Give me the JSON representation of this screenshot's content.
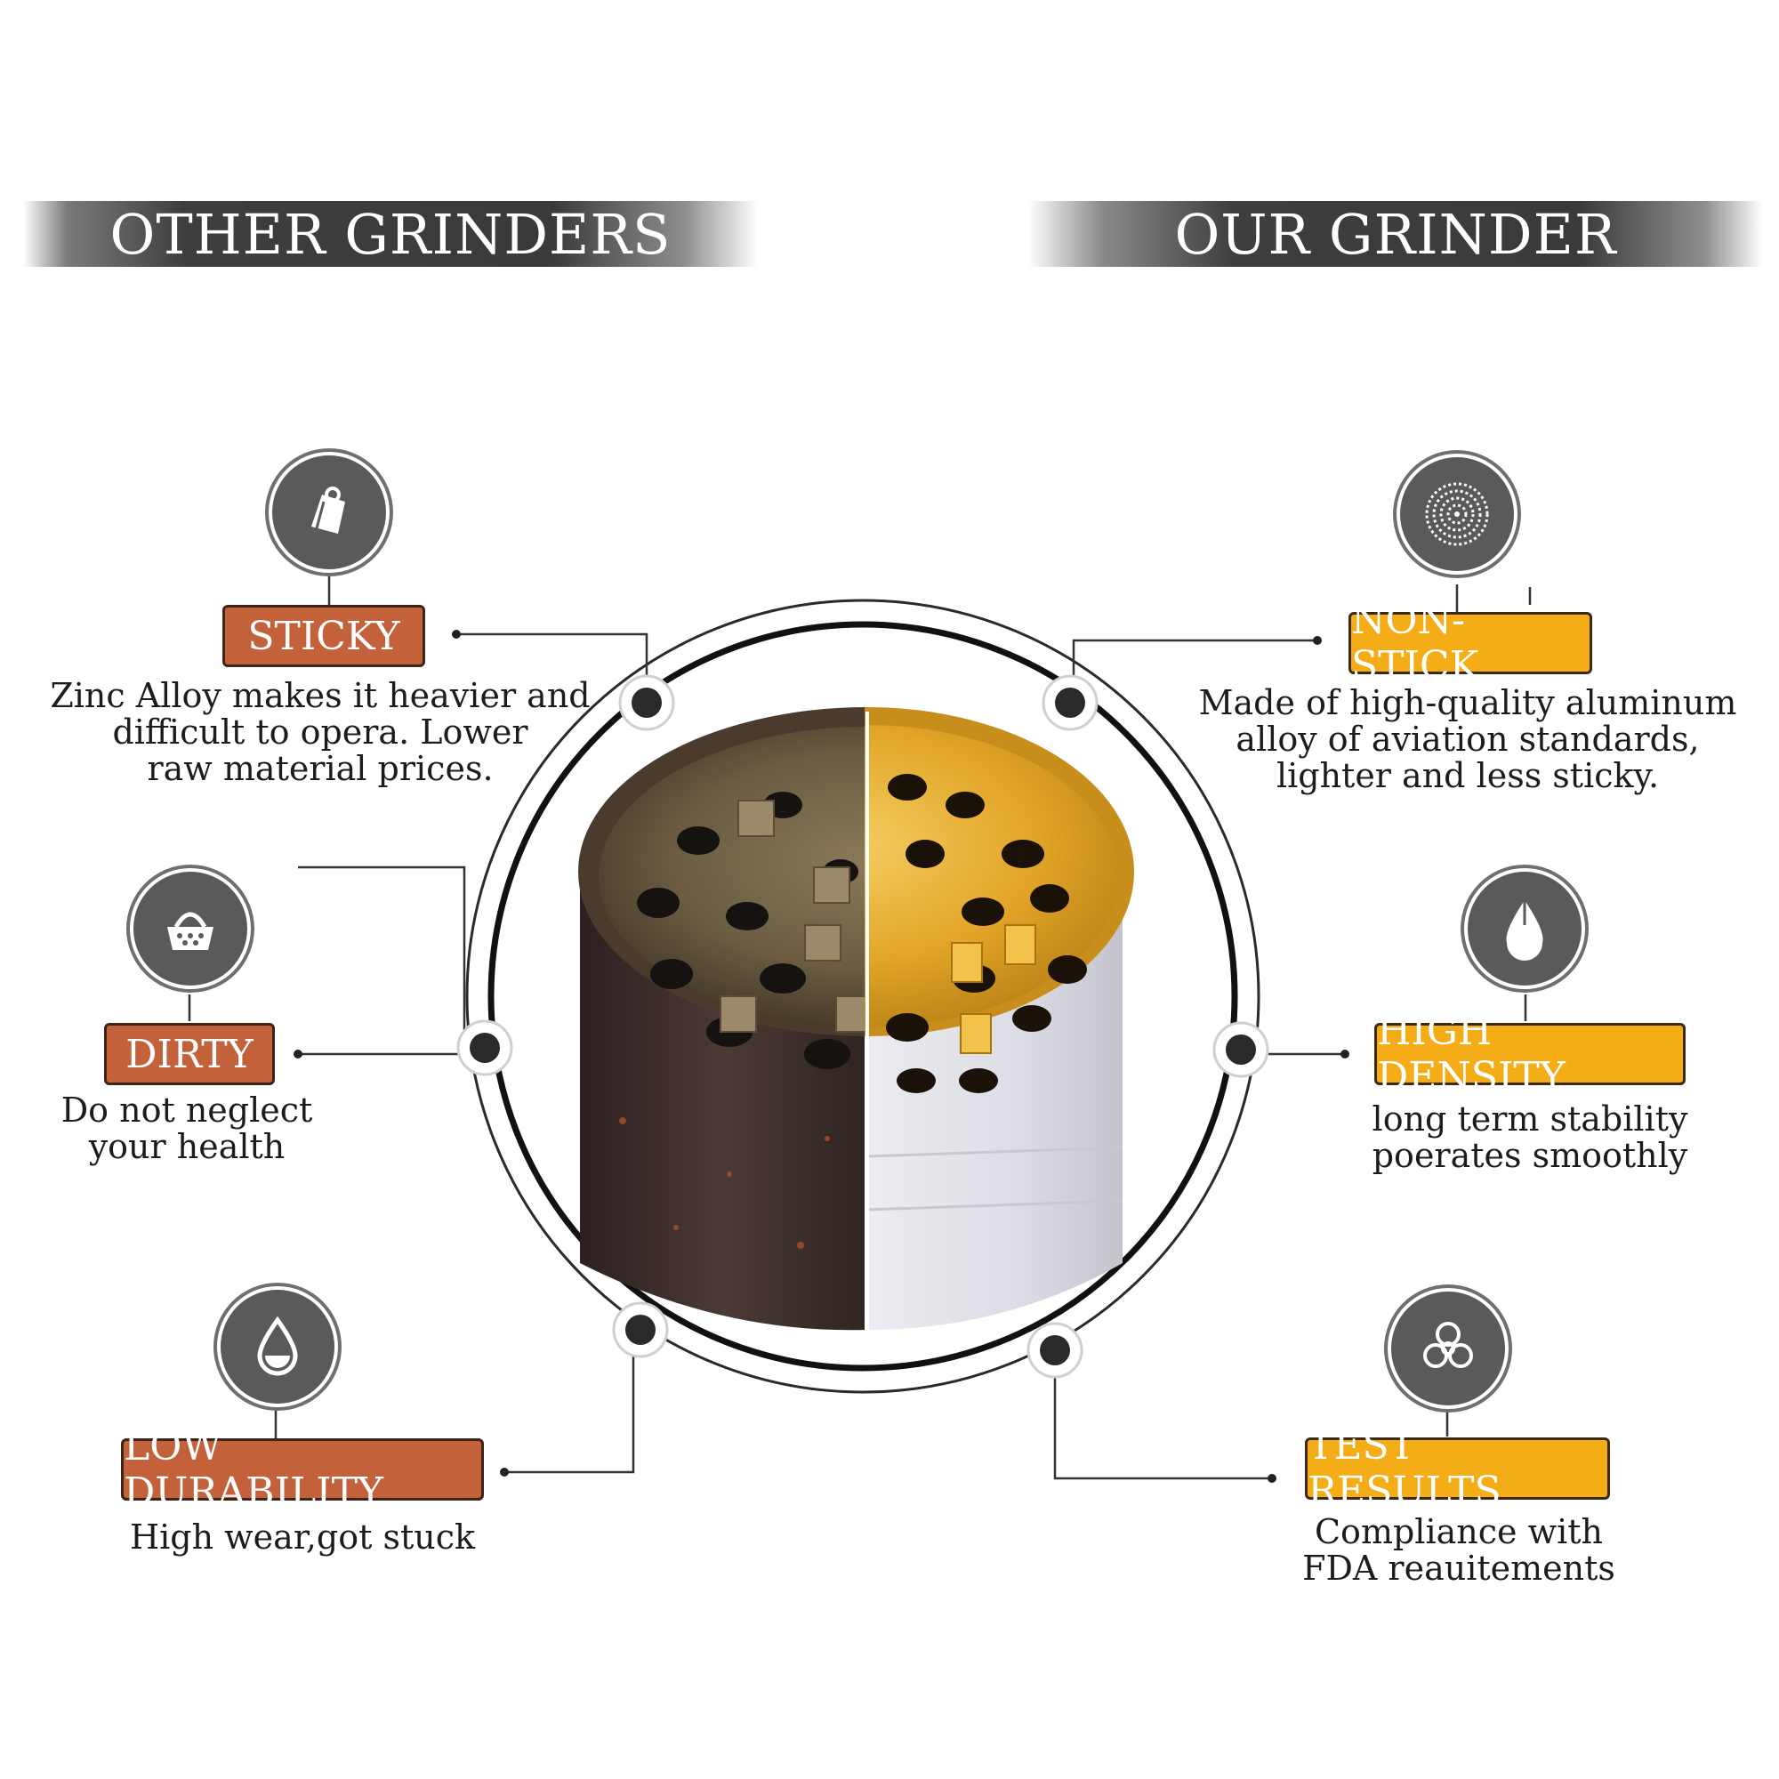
{
  "headers": {
    "left": "OTHER GRINDERS",
    "right": "OUR GRINDER"
  },
  "left_features": [
    {
      "label": "STICKY",
      "icon": "sticky-note-icon",
      "description": "Zinc Alloy makes it heavier and\ndifficult to opera. Lower\nraw material prices."
    },
    {
      "label": "DIRTY",
      "icon": "dirty-basket-icon",
      "description": "Do not neglect\nyour health"
    },
    {
      "label": "LOW DURABILITY",
      "icon": "water-drop-icon",
      "description": "High wear,got stuck"
    }
  ],
  "right_features": [
    {
      "label": "NON-STICK",
      "icon": "grinder-teeth-icon",
      "description": "Made of high-quality aluminum\nalloy of aviation standards,\nlighter and less sticky."
    },
    {
      "label": "HIGH DENSITY",
      "icon": "density-drop-icon",
      "description": "long term stability\npoerates smoothly"
    },
    {
      "label": "TEST RESULTS",
      "icon": "biohazard-icon",
      "description": "Compliance with\nFDA reauitements"
    }
  ],
  "colors": {
    "bad_label": "#c3623a",
    "good_label": "#f4ad16",
    "icon_bg": "#5a5a5a",
    "banner": "#3e3e3e"
  }
}
